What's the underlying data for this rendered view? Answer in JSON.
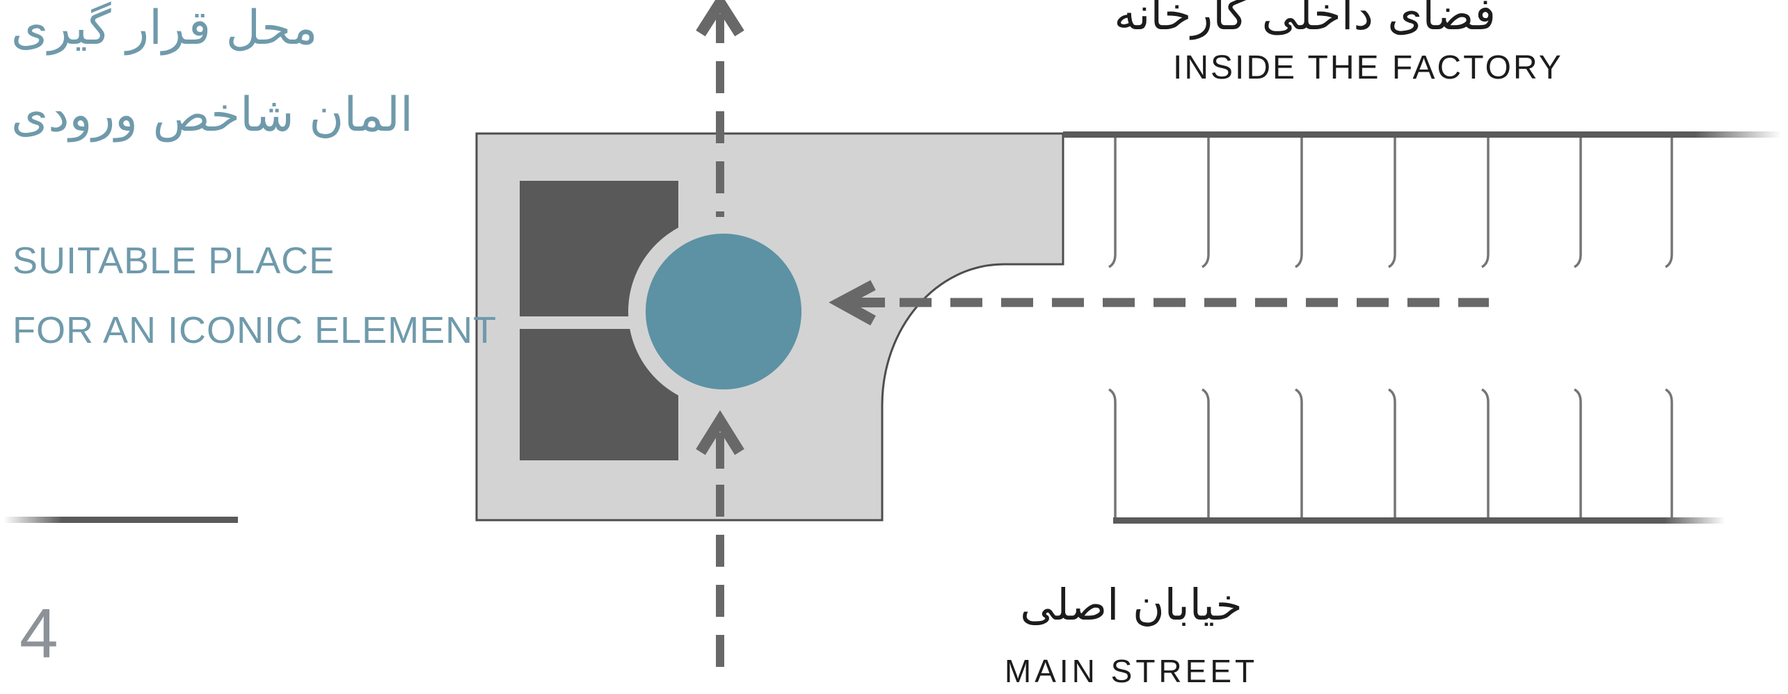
{
  "page": {
    "number": "4"
  },
  "labels": {
    "entry_fa_line1": "محل قرار گیری",
    "entry_fa_line2": "المان شاخص ورودی",
    "entry_en_line1": "SUITABLE PLACE",
    "entry_en_line2": "FOR AN ICONIC ELEMENT",
    "factory_fa": "فضای داخلی کارخانه",
    "factory_en": "INSIDE THE FACTORY",
    "main_street_fa": "خیابان اصلی",
    "main_street_en": "MAIN STREET"
  },
  "colors": {
    "background": "#ffffff",
    "accent_text": "#6f9aab",
    "dark_text": "#1c1c1c",
    "page_number": "#8c9298",
    "plaza_fill": "#d3d3d3",
    "plaza_outline": "#4d4d4d",
    "building_fill": "#595959",
    "iconic_element_fill": "#5c92a4",
    "arrow_dash": "#686868",
    "street_line": "#5a5a5a",
    "parking_tick": "#757575"
  },
  "icons": {
    "up_arrow": "up-arrow-icon",
    "left_arrow": "left-arrow-icon",
    "iconic_element": "iconic-element-circle-icon"
  }
}
